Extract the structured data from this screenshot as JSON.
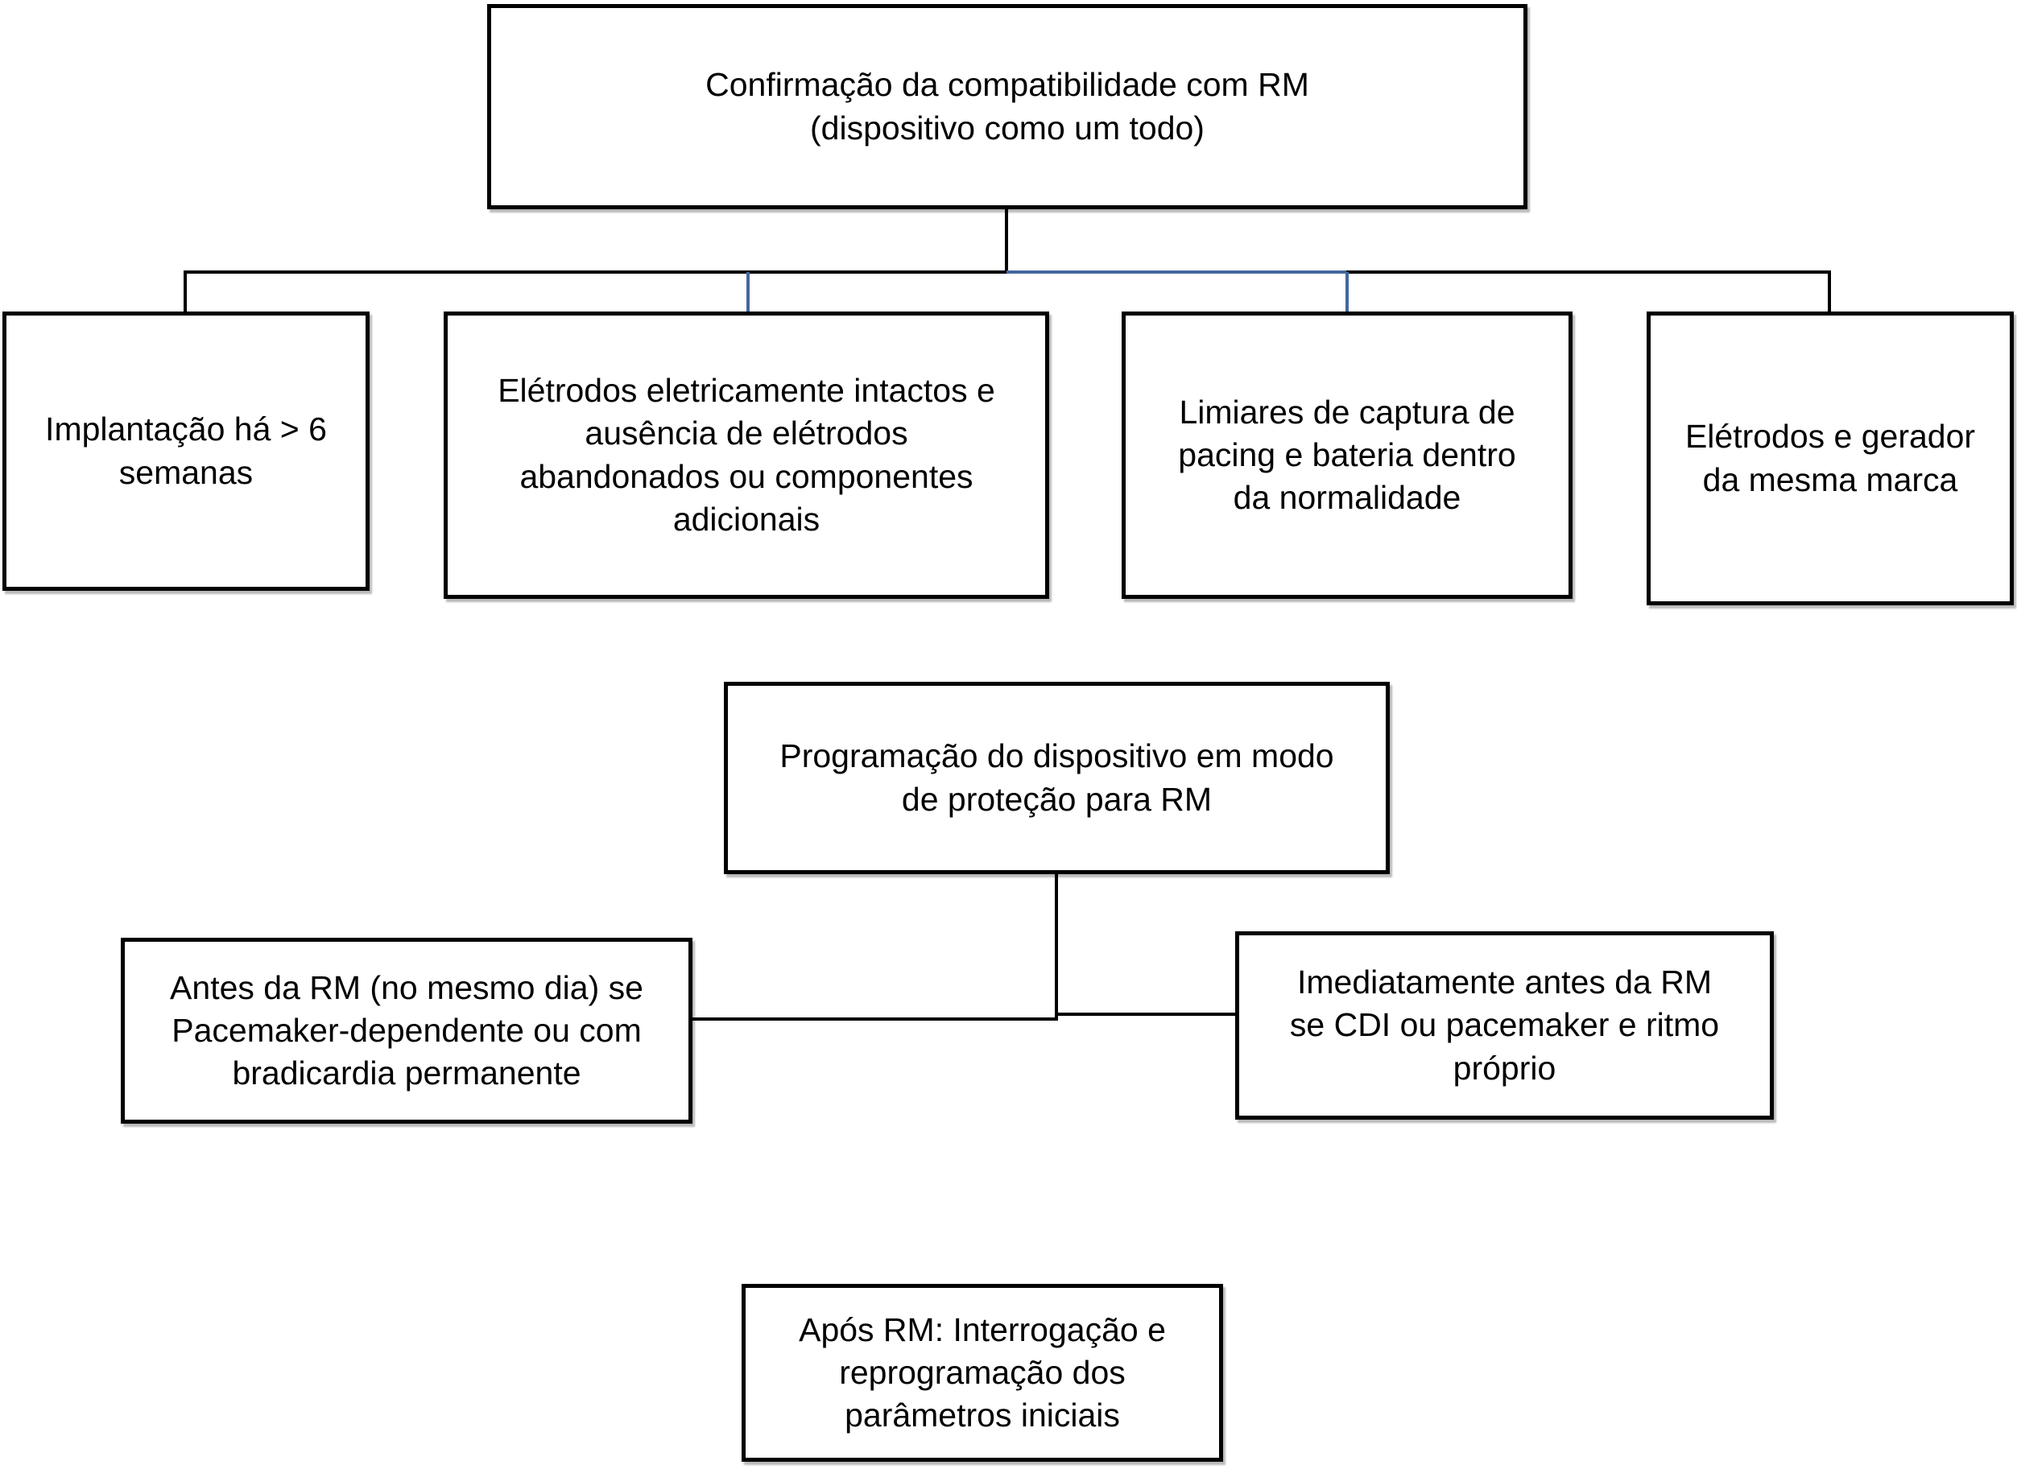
{
  "background": "#ffffff",
  "colors": {
    "line": "#000000",
    "accent": "#44679e",
    "border": "#000000",
    "text": "#000000"
  },
  "nodes": {
    "root": {
      "label": "Confirmação da compatibilidade com RM\n(dispositivo como um todo)"
    },
    "c1": {
      "label": "Implantação há > 6\nsemanas"
    },
    "c2": {
      "label": "Elétrodos eletricamente intactos e\nausência de elétrodos\nabandonados ou componentes\nadicionais"
    },
    "c3": {
      "label": "Limiares de captura de\npacing e bateria dentro\nda normalidade"
    },
    "c4": {
      "label": "Elétrodos e gerador\nda mesma marca"
    },
    "prog": {
      "label": "Programação do dispositivo em modo\nde proteção para RM"
    },
    "tleft": {
      "label": "Antes da RM (no mesmo dia) se\nPacemaker-dependente ou com\nbradicardia permanente"
    },
    "tright": {
      "label": "Imediatamente antes da RM\nse CDI ou pacemaker e ritmo\npróprio"
    },
    "post": {
      "label": "Após RM: Interrogação e\nreprogramação dos\nparâmetros iniciais"
    }
  }
}
